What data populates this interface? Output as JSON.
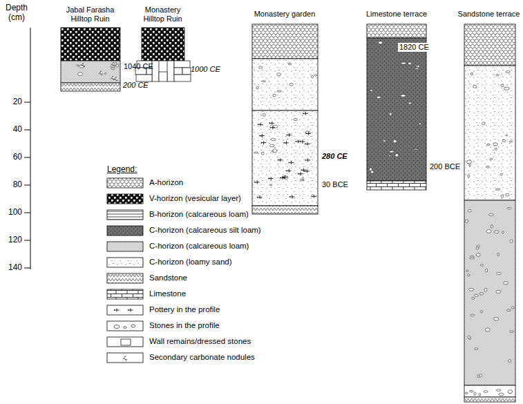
{
  "diagram": {
    "nodes": [
      {
        "text": [
          "Jabal Farasha Hilltop Ruin"
        ]
      },
      {
        "text": [
          "Monastery Hilltop Ruin"
        ]
      },
      {
        "text": [
          "Monastery garden"
        ]
      },
      {
        "text": [
          "Limestone terrace"
        ]
      },
      {
        "text": [
          "Sandstone terrace"
        ]
      }
    ],
    "labels": [
      "Depth (cm)",
      "20",
      "40",
      "60",
      "80",
      "100",
      "120",
      "140",
      "1040 CE",
      "200 CE",
      "1000 CE",
      "280 CE",
      "30 BCE",
      "1820 CE",
      "200 BCE",
      "Legend:"
    ],
    "legend": [
      {
        "text": "A-horizon"
      },
      {
        "text": "V-horizon (vesicular layer)"
      },
      {
        "text": "B-horizon (calcareous loam)"
      },
      {
        "text": "C-horizon (calcareous silt loam)"
      },
      {
        "text": "C-horizon (calcareous loam)"
      },
      {
        "text": "C-horizon (loamy sand)"
      },
      {
        "text": "Sandstone"
      },
      {
        "text": "Limestone"
      },
      {
        "text": "Pottery in the profile"
      },
      {
        "text": "Stones in the profile"
      },
      {
        "text": "Wall remains/dressed stones"
      },
      {
        "text": "Secondary carbonate nodules"
      }
    ]
  }
}
